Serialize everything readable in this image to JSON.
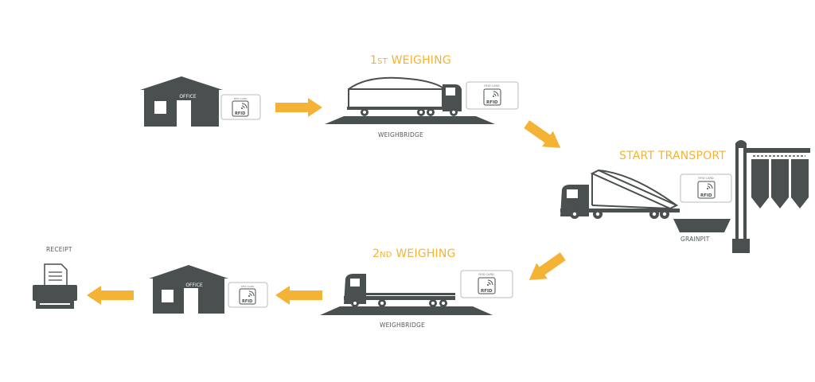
{
  "steps": {
    "first_weighing": {
      "title_num": "1",
      "title_sup": "ST",
      "title_text": " WEIGHING"
    },
    "start_transport": {
      "title": "START TRANSPORT"
    },
    "second_weighing": {
      "title_num": "2",
      "title_sup": "ND",
      "title_text": " WEIGHING"
    }
  },
  "labels": {
    "office": "OFFICE",
    "weighbridge": "WEIGHBRIDGE",
    "grainpit": "GRAINPIT",
    "receipt": "RECEIPT",
    "rfid_card": "RFID CARD",
    "rfid": "RFID"
  },
  "colors": {
    "accent": "#f5b335",
    "dark": "#4a4f4f",
    "card_border": "#b9bcbc"
  }
}
